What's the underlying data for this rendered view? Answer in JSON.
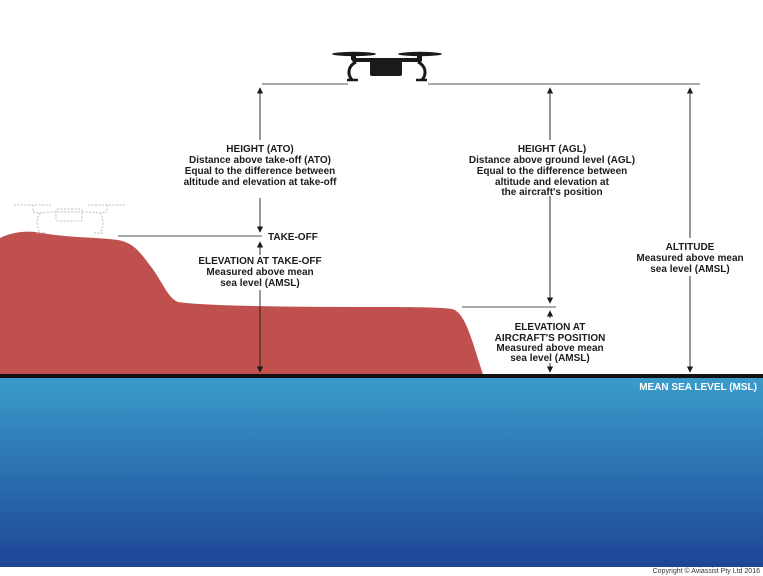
{
  "colors": {
    "terrain": "#c0504d",
    "sea_top": "#3a9ccb",
    "sea_bottom": "#1d4596",
    "msl_line": "#111111",
    "drone": "#1a1a1a",
    "ghost_drone": "#bdbdbd"
  },
  "icons": {
    "drone": "quadcopter-drone-icon",
    "ghost_drone": "quadcopter-ghost-icon"
  },
  "labels": {
    "height_ato": {
      "title": "HEIGHT (ATO)",
      "line1": "Distance above take-off (ATO)",
      "line2": "Equal to the difference between",
      "line3": "altitude and elevation at take-off"
    },
    "height_agl": {
      "title": "HEIGHT (AGL)",
      "line1": "Distance above ground level (AGL)",
      "line2": "Equal to the difference between",
      "line3": "altitude and elevation at",
      "line4": "the aircraft's position"
    },
    "takeoff": "TAKE-OFF",
    "elev_takeoff": {
      "title": "ELEVATION AT TAKE-OFF",
      "line1": "Measured above mean",
      "line2": "sea level (AMSL)"
    },
    "altitude": {
      "title": "ALTITUDE",
      "line1": "Measured above mean",
      "line2": "sea level (AMSL)"
    },
    "elev_aircraft": {
      "title": "ELEVATION AT",
      "line1": "AIRCRAFT'S POSITION",
      "line2": "Measured above mean",
      "line3": "sea level (AMSL)"
    },
    "msl": "MEAN SEA LEVEL (MSL)"
  },
  "copyright": "Copyright © Aviassist Pty Ltd 2016"
}
